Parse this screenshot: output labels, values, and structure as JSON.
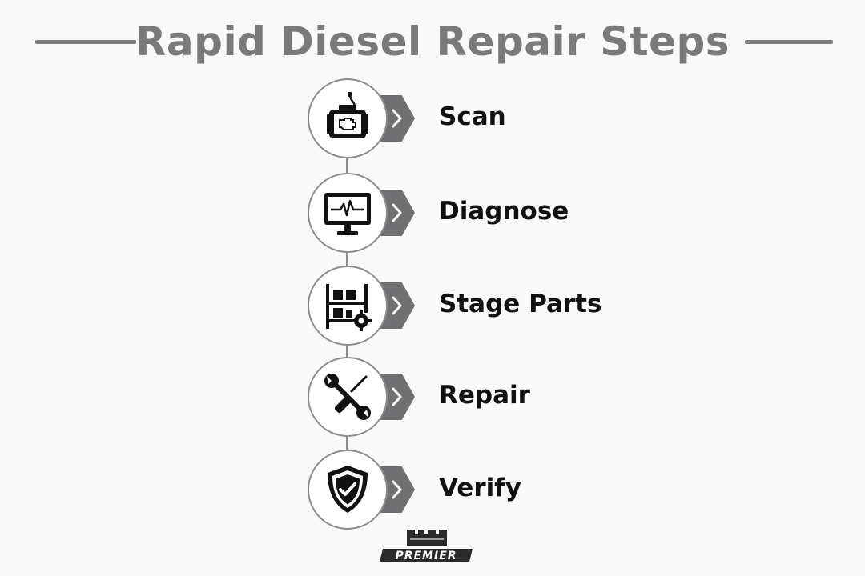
{
  "title": "Rapid Diesel Repair Steps",
  "steps": [
    {
      "label": "Scan",
      "icon": "obd-scanner-icon"
    },
    {
      "label": "Diagnose",
      "icon": "monitor-heartbeat-icon"
    },
    {
      "label": "Stage Parts",
      "icon": "parts-shelf-gear-icon"
    },
    {
      "label": "Repair",
      "icon": "wrench-screwdriver-icon"
    },
    {
      "label": "Verify",
      "icon": "shield-check-icon"
    }
  ],
  "logo": {
    "text": "PREMIER"
  },
  "colors": {
    "accent_gray": "#707072",
    "title_gray": "#7a7a7c",
    "label": "#111111",
    "background": "#f9f9f9"
  }
}
